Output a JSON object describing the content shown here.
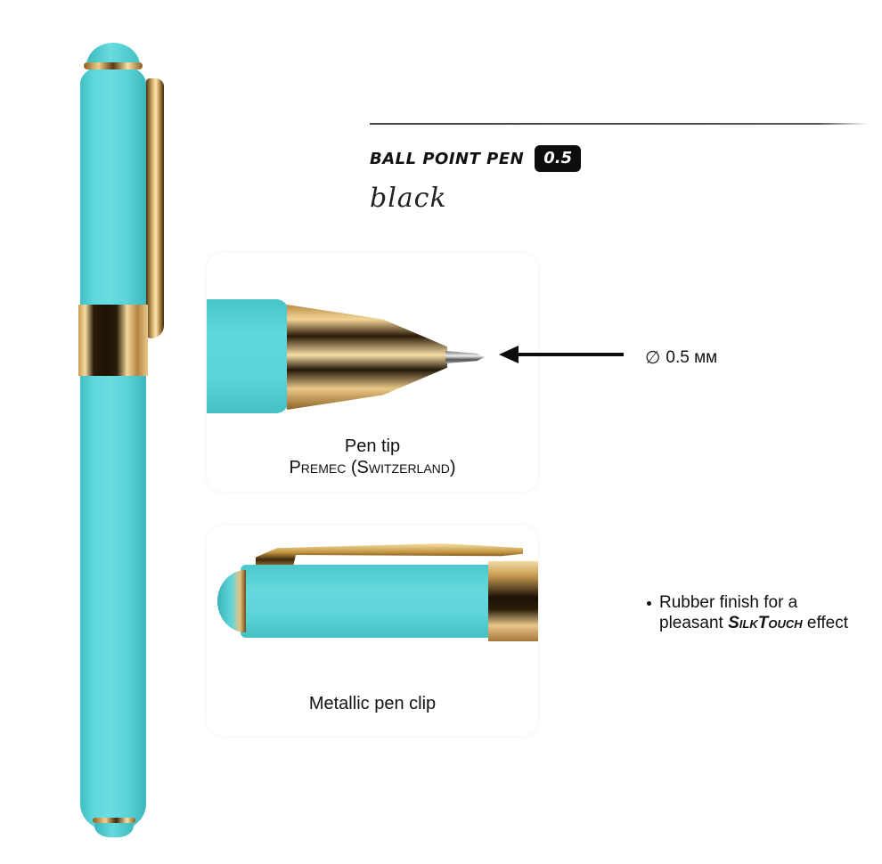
{
  "header": {
    "product_type": "BALL POINT PEN",
    "line_width_badge": "0.5",
    "ink_color": "black"
  },
  "cards": {
    "tip": {
      "caption_line1": "Pen tip",
      "caption_line2": "Premec (Switzerland)"
    },
    "clip": {
      "caption": "Metallic pen clip"
    }
  },
  "annotations": {
    "tip_diameter": {
      "icon": "diameter-icon",
      "symbol": "∅",
      "value": "0.5 мм"
    }
  },
  "features": [
    {
      "text_before": "Rubber finish for a pleasant ",
      "brand": "SilkTouch",
      "text_after": " effect"
    }
  ],
  "colors": {
    "pen_body": "#5fd7db",
    "gold_trim": "#e8c27e",
    "badge_bg": "#0d0d0d",
    "text": "#111111",
    "background": "#ffffff"
  }
}
